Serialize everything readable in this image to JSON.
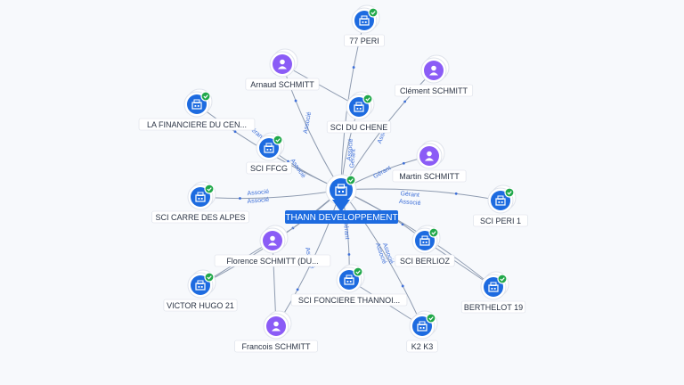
{
  "center": {
    "label": "THANN DEVELOPPEMENT",
    "icon": "building-icon",
    "badge": "check-icon"
  },
  "colors": {
    "company": "#1d6be0",
    "person": "#8b5cf6",
    "badge": "#21a84a",
    "edge": "#8e9bb0",
    "edge_label": "#3d6fd8"
  },
  "nodes": [
    {
      "label": "77 PERI",
      "type": "company",
      "badge": true
    },
    {
      "label": "Arnaud SCHMITT",
      "type": "person",
      "badge": false
    },
    {
      "label": "Clément SCHMITT",
      "type": "person",
      "badge": false
    },
    {
      "label": "LA FINANCIERE DU CEN...",
      "type": "company",
      "badge": true
    },
    {
      "label": "SCI DU CHENE",
      "type": "company",
      "badge": true
    },
    {
      "label": "SCI FFCG",
      "type": "company",
      "badge": true
    },
    {
      "label": "Martin SCHMITT",
      "type": "person",
      "badge": false
    },
    {
      "label": "SCI CARRE DES ALPES",
      "type": "company",
      "badge": true
    },
    {
      "label": "SCI PERI 1",
      "type": "company",
      "badge": true
    },
    {
      "label": "Florence SCHMITT (DU...",
      "type": "person",
      "badge": false
    },
    {
      "label": "SCI BERLIOZ",
      "type": "company",
      "badge": true
    },
    {
      "label": "VICTOR HUGO 21",
      "type": "company",
      "badge": true
    },
    {
      "label": "SCI FONCIERE THANNOI...",
      "type": "company",
      "badge": true
    },
    {
      "label": "BERTHELOT 19",
      "type": "company",
      "badge": true
    },
    {
      "label": "Francois SCHMITT",
      "type": "person",
      "badge": false
    },
    {
      "label": "K2 K3",
      "type": "company",
      "badge": true
    }
  ],
  "edge_labels": [
    "Associé",
    "Associé",
    "Associé",
    "Gérant",
    "Associé",
    "Gérant",
    "Associé",
    "Associé",
    "Gérant",
    "Associé",
    "Gérant",
    "Associé",
    "Associé",
    "Gérant",
    "Associé"
  ]
}
